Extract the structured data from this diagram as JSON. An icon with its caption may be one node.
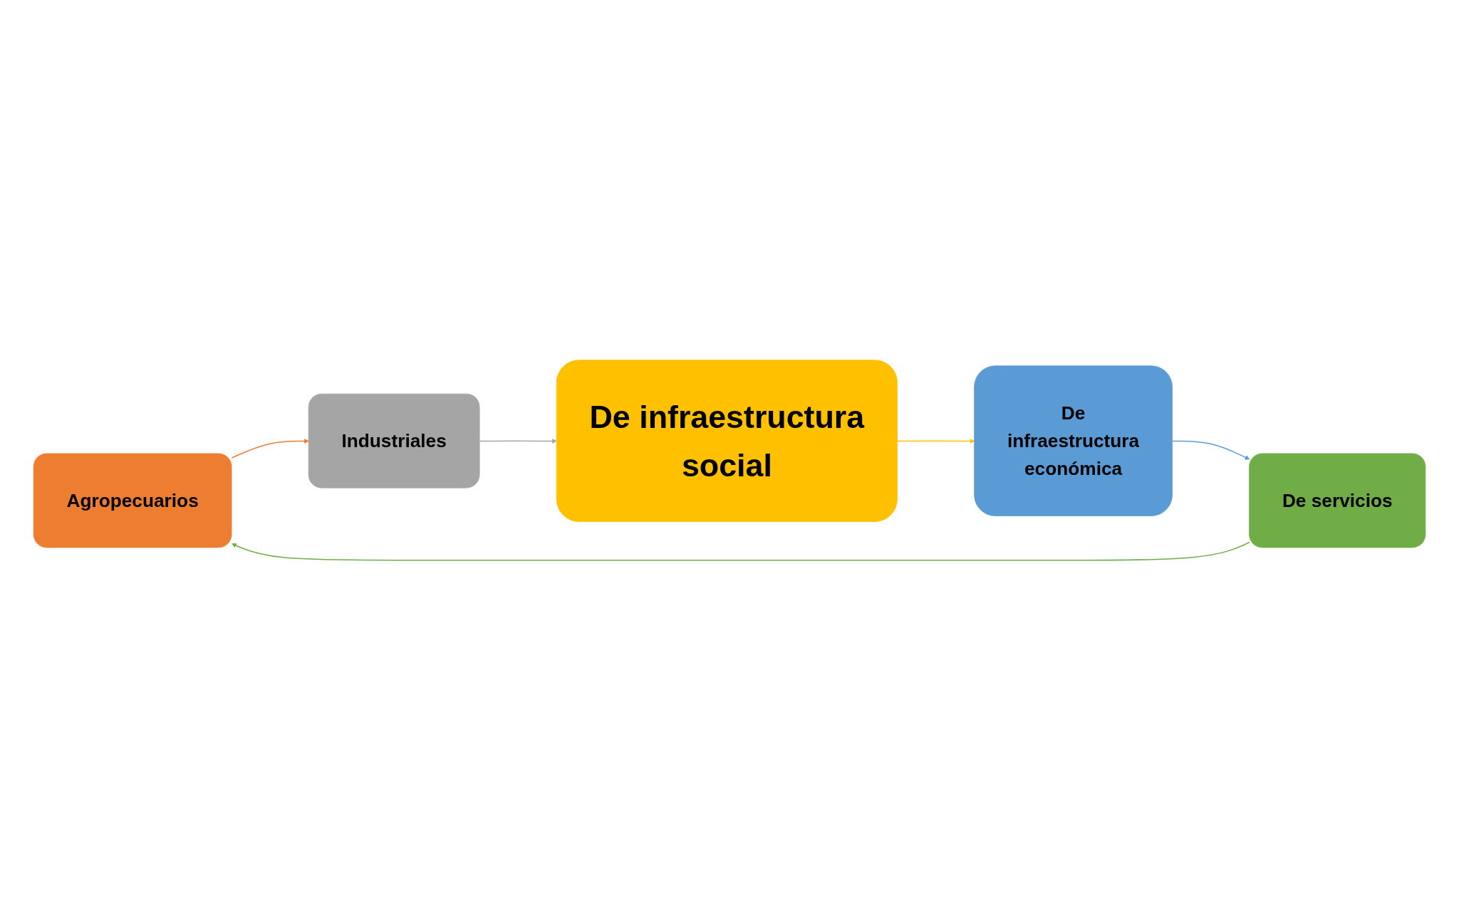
{
  "diagram": {
    "nodes": [
      {
        "text": [
          "Agropecuarios"
        ]
      },
      {
        "text": [
          "Industriales"
        ]
      },
      {
        "text": [
          "De infraestructura social"
        ]
      },
      {
        "text": [
          "De infraestructura económica"
        ]
      },
      {
        "text": [
          "De servicios"
        ]
      }
    ],
    "edges": [
      {
        "from": 0,
        "to": 1,
        "arrow": "to",
        "color": "#ed7d31"
      },
      {
        "from": 1,
        "to": 2,
        "arrow": "to",
        "color": "#a5a5a5"
      },
      {
        "from": 2,
        "to": 3,
        "arrow": "to",
        "color": "#ffc000"
      },
      {
        "from": 3,
        "to": 4,
        "arrow": "to",
        "color": "#5b9bd5"
      },
      {
        "from": 4,
        "to": 0,
        "arrow": "to",
        "color": "#70ad47"
      }
    ]
  }
}
